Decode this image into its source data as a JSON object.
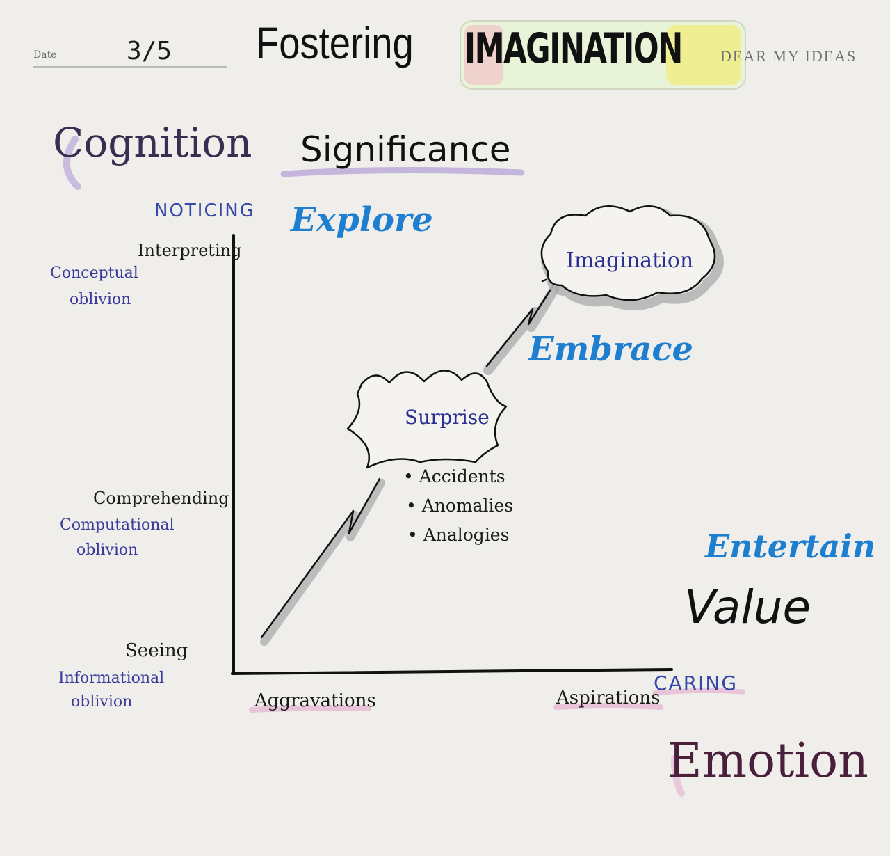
{
  "header": {
    "date_label": "Date",
    "date_value": "3/5",
    "title": "Fostering",
    "highlight": "IMAGINATION",
    "brand": "DEAR MY IDEAS"
  },
  "labels": {
    "cognition": "Cognition",
    "significance": "Significance",
    "noticing": "NOTICING",
    "explore": "Explore",
    "embrace": "Embrace",
    "entertain": "Entertain",
    "value": "Value",
    "caring": "CARING",
    "emotion": "Emotion"
  },
  "y_axis": {
    "top": "Interpreting",
    "middle": "Comprehending",
    "bottom": "Seeing",
    "notes": {
      "top": [
        "Conceptual",
        "oblivion"
      ],
      "middle": [
        "Computational",
        "oblivion"
      ],
      "bottom": [
        "Informational",
        "oblivion"
      ]
    }
  },
  "x_axis": {
    "left": "Aggravations",
    "right": "Aspirations"
  },
  "nodes": {
    "imagination": "Imagination",
    "surprise": "Surprise",
    "bullets": [
      "Accidents",
      "Anomalies",
      "Analogies"
    ]
  },
  "colors": {
    "ink": "#111111",
    "blue_marker": "#1e7fd0",
    "blue_pen": "#2a2f92",
    "purple_highlight": "#b9a6d8",
    "pink_highlight": "#e7b8d2",
    "gray_shadow": "#b5b7b8"
  }
}
